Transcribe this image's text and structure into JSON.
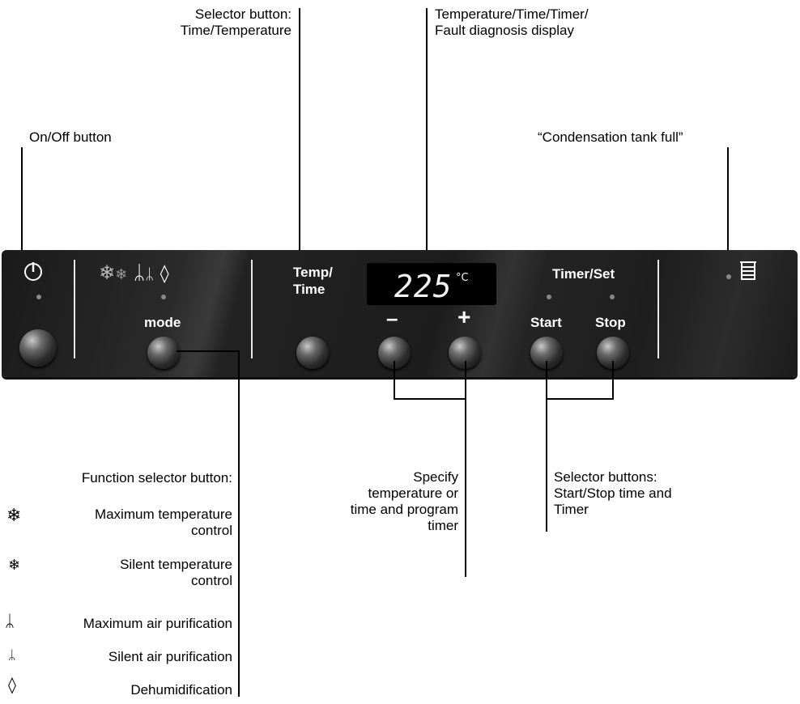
{
  "callouts": {
    "selector_time_temp": "Selector button:\nTime/Temperature",
    "display": "Temperature/Time/Timer/\nFault diagnosis display",
    "on_off": "On/Off button",
    "condensation": "“Condensation tank full”",
    "specify": "Specify\ntemperature or\ntime and program\ntimer",
    "start_stop": "Selector buttons:\nStart/Stop time and\nTimer"
  },
  "panel": {
    "temp_time_label": "Temp/\nTime",
    "mode_label": "mode",
    "timer_set_label": "Timer/Set",
    "start_label": "Start",
    "stop_label": "Stop",
    "minus_label": "–",
    "plus_label": "+",
    "display_value": "225",
    "display_unit": "°C"
  },
  "function_legend": {
    "title": "Function selector button:",
    "items": [
      {
        "icon": "snowflake-large-icon",
        "label": "Maximum temperature\ncontrol"
      },
      {
        "icon": "snowflake-small-icon",
        "label": "Silent temperature\ncontrol"
      },
      {
        "icon": "fan-large-icon",
        "label": "Maximum air purification"
      },
      {
        "icon": "fan-small-icon",
        "label": "Silent air purification"
      },
      {
        "icon": "droplet-icon",
        "label": "Dehumidification"
      }
    ]
  }
}
